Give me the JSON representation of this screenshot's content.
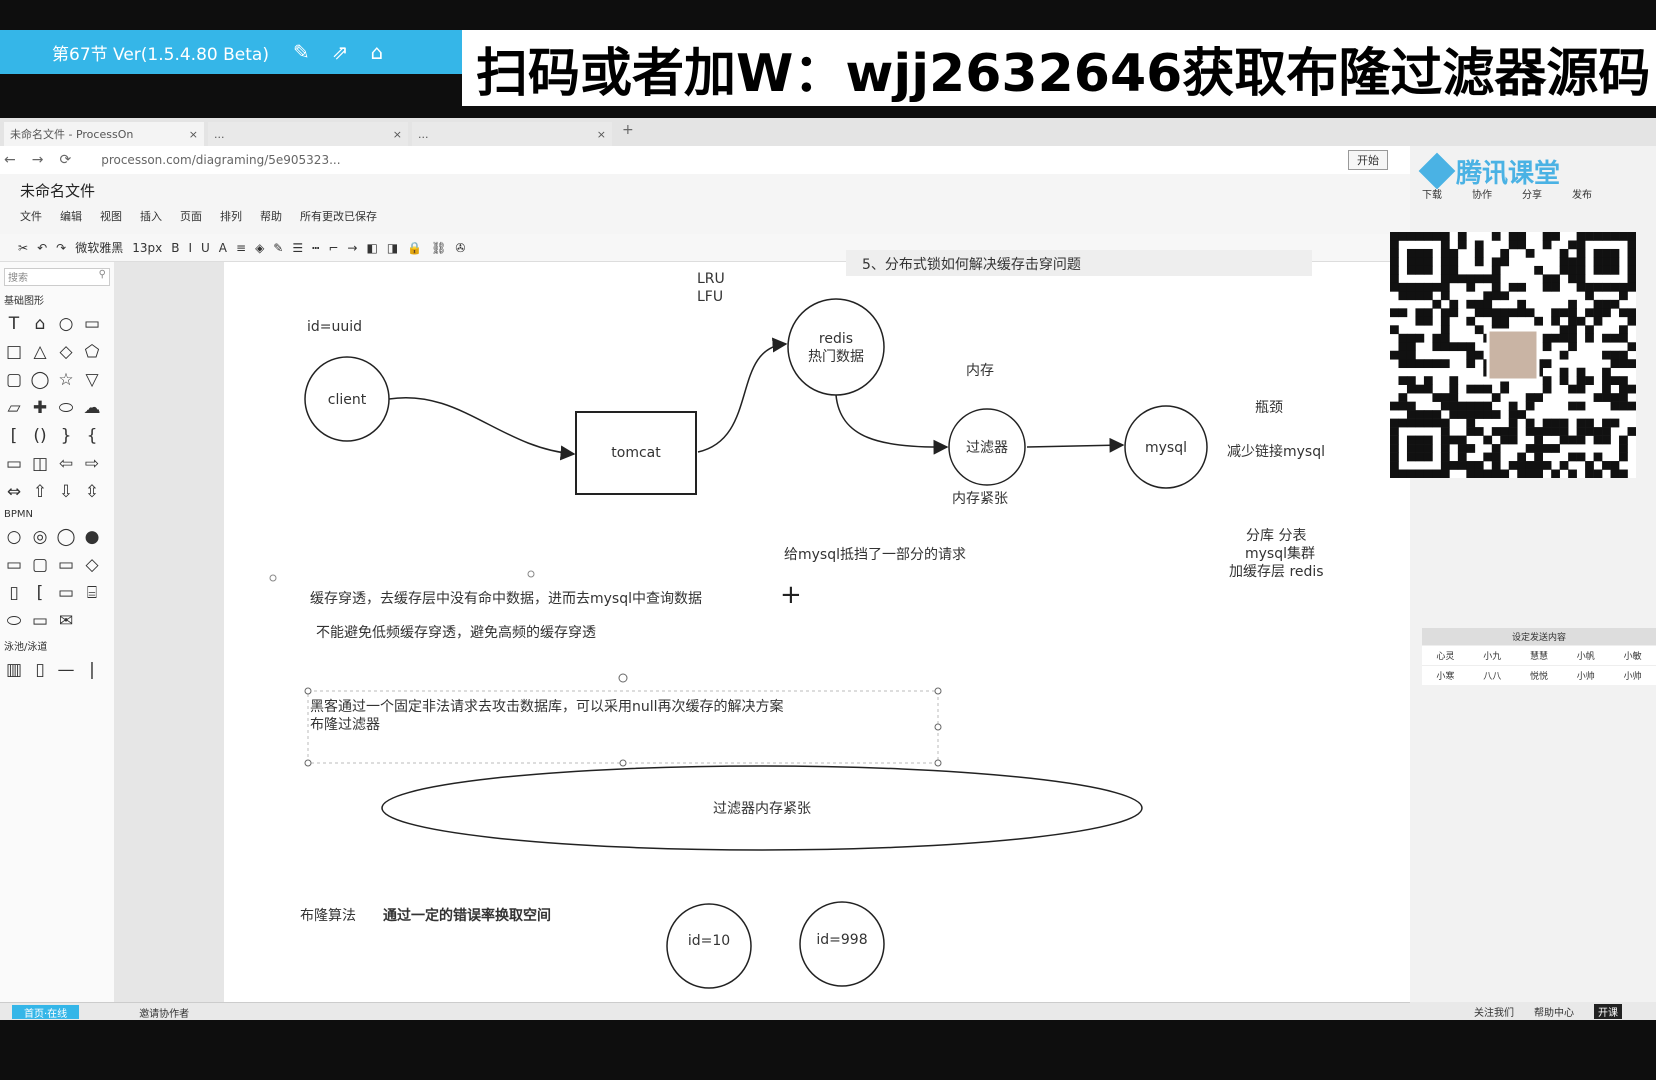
{
  "player": {
    "lesson": "第67节 Ver(1.5.4.80 Beta)",
    "icons": [
      "edit-icon",
      "share-icon",
      "home-icon"
    ]
  },
  "banner": {
    "text": "扫码或者加W：wjj2632646获取布隆过滤器源码"
  },
  "browser": {
    "tabs": [
      {
        "label": "未命名文件 - ProcessOn"
      },
      {
        "label": "..."
      },
      {
        "label": "..."
      }
    ],
    "url": "processon.com/diagraming/5e905323...",
    "start_button": "开始"
  },
  "editor": {
    "file_name": "未命名文件",
    "menu": [
      "文件",
      "编辑",
      "视图",
      "插入",
      "页面",
      "排列",
      "帮助",
      "所有更改已保存"
    ],
    "toolbar": {
      "font": "微软雅黑",
      "size": "13px",
      "items": [
        "B",
        "I",
        "U",
        "A"
      ]
    },
    "left_panel": {
      "search_placeholder": "搜索",
      "section_basic": "基础图形",
      "section_bpmn": "BPMN",
      "section_flow": "泳池/泳道"
    }
  },
  "diagram": {
    "lru": "LRU",
    "lfu": "LFU",
    "title5": "5、分布式锁如何解决缓存击穿问题",
    "id_uuid": "id=uuid",
    "client": "client",
    "tomcat": "tomcat",
    "redis_line1": "redis",
    "redis_line2": "热门数据",
    "filter": "过滤器",
    "mysql": "mysql",
    "memory": "内存",
    "memory_tight": "内存紧张",
    "bottleneck": "瓶颈",
    "reduce_mysql": "减少链接mysql",
    "shard": "分库  分表",
    "mysql_cluster": "mysql集群",
    "add_cache_redis": "加缓存层 redis",
    "block_requests": "给mysql抵挡了一部分的请求",
    "penetration": "缓存穿透，去缓存层中没有命中数据，进而去mysql中查询数据",
    "cannot_avoid": "不能避免低频缓存穿透，避免高频的缓存穿透",
    "hacker_line1": "黑客通过一个固定非法请求去攻击数据库，可以采用null再次缓存的解决方案",
    "hacker_line2": "布隆过滤器",
    "ellipse": "过滤器内存紧张",
    "bloom_algo": "布隆算法",
    "error_rate": "通过一定的错误率换取空间",
    "id10": "id=10",
    "id998": "id=998"
  },
  "right_app": {
    "logo": "腾讯课堂",
    "actions": [
      "下载",
      "协作",
      "分享",
      "发布"
    ],
    "table_head": "设定发送内容",
    "rows": [
      [
        "心灵",
        "小九",
        "慧慧",
        "小帆",
        "小敏"
      ],
      [
        "小寒",
        "八八",
        "悦悦",
        "小帅",
        "小帅"
      ]
    ]
  },
  "status": {
    "badge": "首页·在线",
    "collab": "邀请协作者",
    "right_items": [
      "关注我们",
      "帮助中心"
    ],
    "right_badge": "开课"
  }
}
